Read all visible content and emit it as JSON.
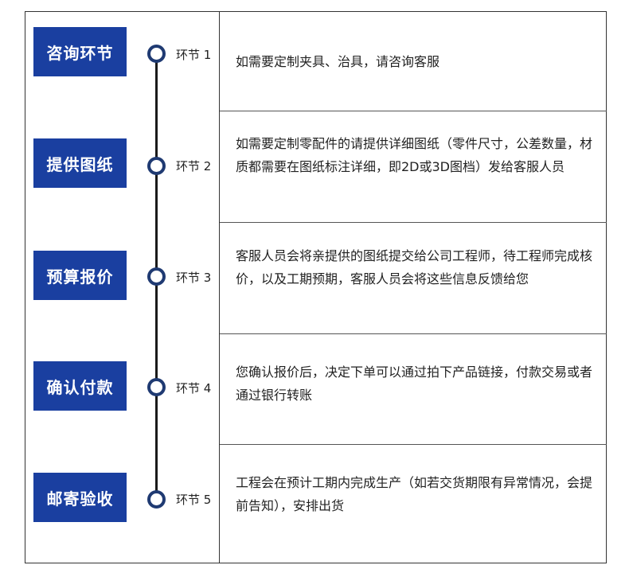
{
  "stages": [
    {
      "button": "咨询环节",
      "step": "环节 1",
      "desc": "如需要定制夹具、治具，请咨询客服"
    },
    {
      "button": "提供图纸",
      "step": "环节 2",
      "desc": "如需要定制零配件的请提供详细图纸（零件尺寸，公差数量，材质都需要在图纸标注详细，即2D或3D图档）发给客服人员"
    },
    {
      "button": "预算报价",
      "step": "环节 3",
      "desc": "客服人员会将亲提供的图纸提交给公司工程师，待工程师完成核价，以及工期预期，客服人员会将这些信息反馈给您"
    },
    {
      "button": "确认付款",
      "step": "环节 4",
      "desc": "您确认报价后，决定下单可以通过拍下产品链接，付款交易或者通过银行转账"
    },
    {
      "button": "邮寄验收",
      "step": "环节 5",
      "desc": "工程会在预计工期内完成生产（如若交货期限有异常情况，会提前告知），安排出货"
    }
  ],
  "colors": {
    "button_bg": "#1a3fa0",
    "dot_border": "#1f3a72"
  }
}
